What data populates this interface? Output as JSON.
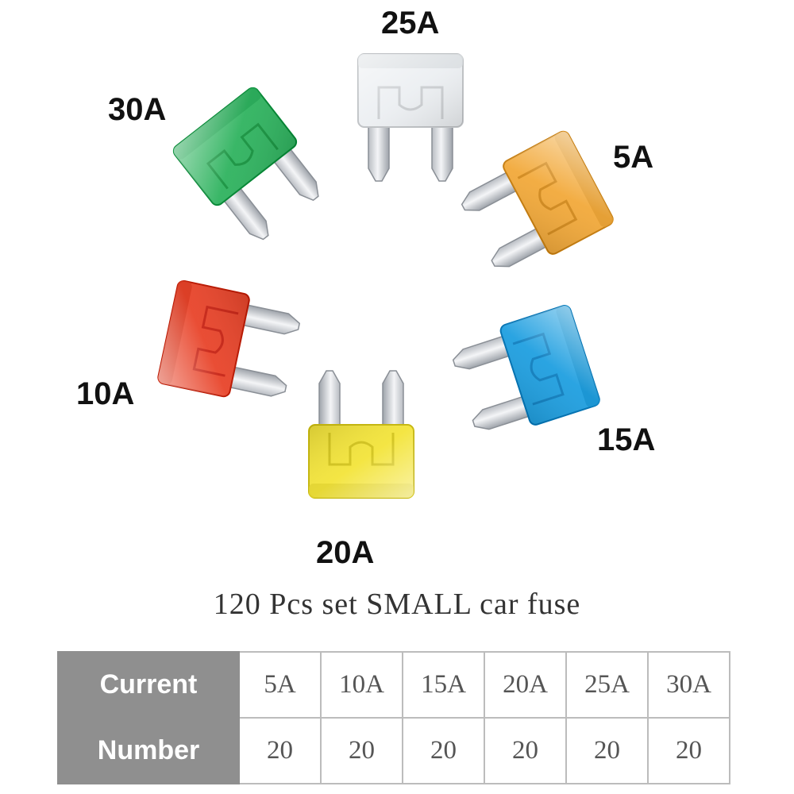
{
  "fuses": [
    {
      "id": "25a",
      "label": "25A",
      "color": "#eceff2"
    },
    {
      "id": "30a",
      "label": "30A",
      "color": "#2fb35f"
    },
    {
      "id": "5a",
      "label": "5A",
      "color": "#f2a93a"
    },
    {
      "id": "10a",
      "label": "10A",
      "color": "#e8442a"
    },
    {
      "id": "15a",
      "label": "15A",
      "color": "#1f9fe0"
    },
    {
      "id": "20a",
      "label": "20A",
      "color": "#f3e43a"
    }
  ],
  "caption": "120 Pcs set SMALL car fuse",
  "table": {
    "rows": [
      {
        "header": "Current",
        "cells": [
          "5A",
          "10A",
          "15A",
          "20A",
          "25A",
          "30A"
        ]
      },
      {
        "header": "Number",
        "cells": [
          "20",
          "20",
          "20",
          "20",
          "20",
          "20"
        ]
      }
    ],
    "header_bg": "#8f8f8f"
  }
}
